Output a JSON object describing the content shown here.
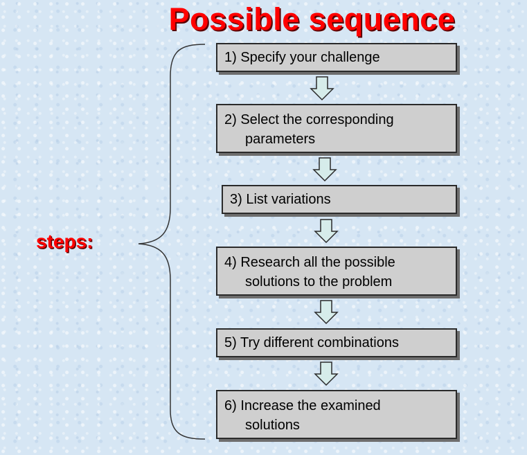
{
  "title": "Possible sequence",
  "steps_label": "steps:",
  "steps": [
    {
      "line1": "1) Specify your challenge",
      "line2": ""
    },
    {
      "line1": "2) Select the corresponding",
      "line2": "parameters"
    },
    {
      "line1": "3) List variations",
      "line2": ""
    },
    {
      "line1": "4) Research all the possible",
      "line2": "solutions to the problem"
    },
    {
      "line1": "5) Try different combinations",
      "line2": ""
    },
    {
      "line1": "6) Increase the examined",
      "line2": "solutions"
    }
  ],
  "colors": {
    "title": "#ff0000",
    "box_fill": "#cfcfcf",
    "arrow_fill": "#d6ecea"
  }
}
